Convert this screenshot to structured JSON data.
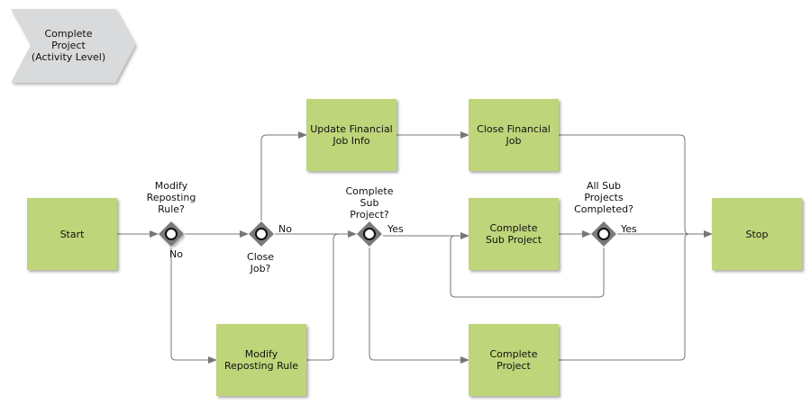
{
  "title": "Complete\nProject\n(Activity Level)",
  "nodes": {
    "start": "Start",
    "update_financial": "Update Financial\nJob Info",
    "close_financial": "Close Financial\nJob",
    "complete_sub_project": "Complete\nSub Project",
    "modify_reposting_rule": "Modify\nReposting Rule",
    "complete_project": "Complete\nProject",
    "stop": "Stop"
  },
  "gateways": {
    "modify_reposting": "Modify\nReposting\nRule?",
    "close_job": "Close\nJob?",
    "complete_sub": "Complete\nSub\nProject?",
    "all_sub": "All Sub\nProjects\nCompleted?"
  },
  "edge_labels": {
    "modify_no": "No",
    "close_no": "No",
    "complete_yes": "Yes",
    "all_yes": "Yes"
  },
  "colors": {
    "task": "#bfd57a",
    "title_shape": "#d9dadb",
    "gateway": "#7a7a7a",
    "connector": "#777777"
  }
}
